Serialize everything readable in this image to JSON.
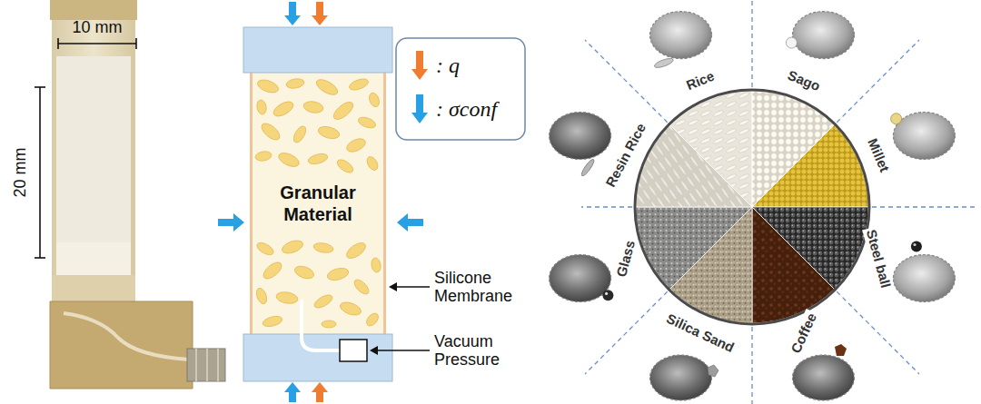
{
  "diagram": {
    "nodes": [
      {
        "text": [
          "Granular Material"
        ]
      }
    ],
    "labels": [
      "10 mm",
      "20 mm",
      "Silicone Membrane",
      "Vacuum Pressure",
      "Rice",
      "Sago",
      "Millet",
      "Steel ball",
      "Coffee",
      "Silica Sand",
      "Glass",
      "Resin Rice"
    ],
    "legend": [
      {
        "text": ": q"
      },
      {
        "text": ": σconf"
      }
    ]
  }
}
